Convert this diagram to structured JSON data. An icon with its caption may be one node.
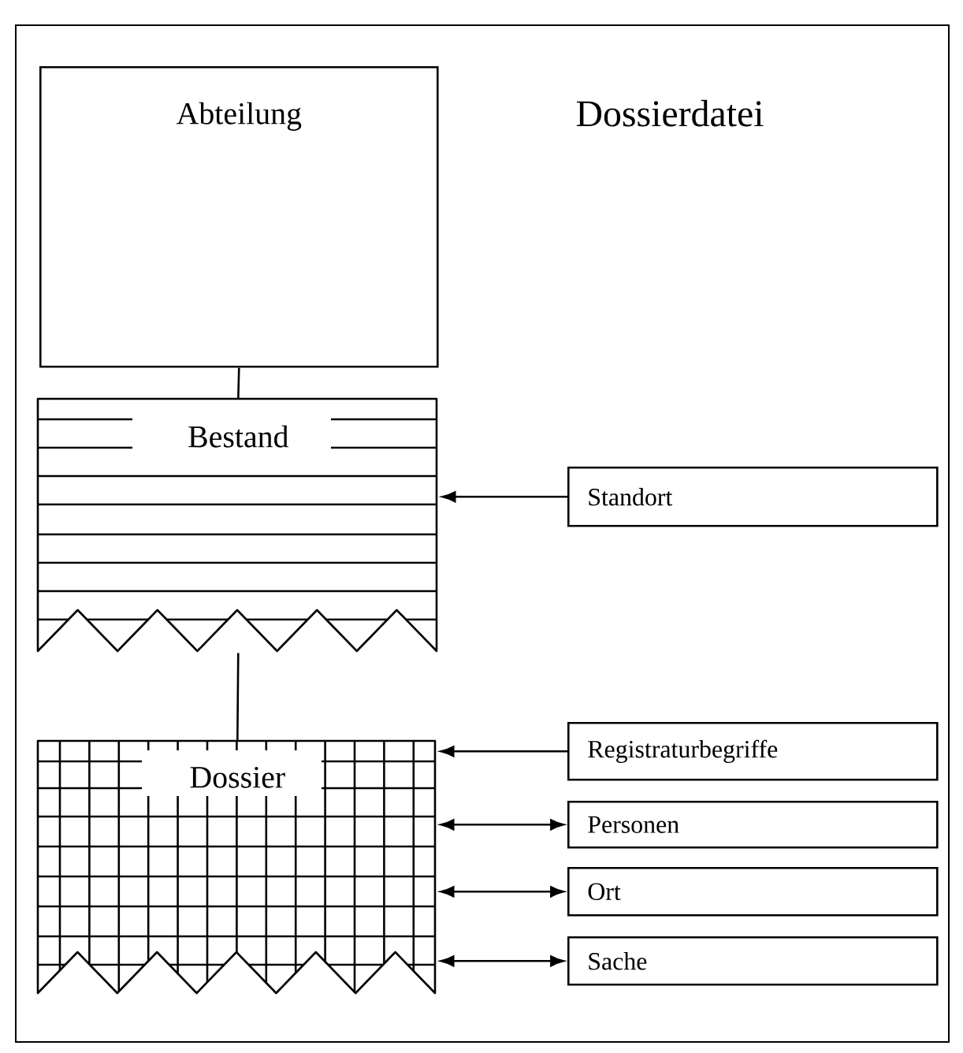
{
  "diagram": {
    "title": "Dossierdatei",
    "nodes": [
      {
        "text": [
          "Abteilung"
        ]
      },
      {
        "text": [
          "Bestand"
        ]
      },
      {
        "text": [
          "Standort"
        ]
      },
      {
        "text": [
          "Dossier"
        ]
      },
      {
        "text": [
          "Registraturbegriffe"
        ]
      },
      {
        "text": [
          "Personen"
        ]
      },
      {
        "text": [
          "Ort"
        ]
      },
      {
        "text": [
          "Sache"
        ]
      }
    ],
    "edges": [
      {
        "from": 0,
        "to": 1,
        "arrow": "none"
      },
      {
        "from": 1,
        "to": 3,
        "arrow": "none"
      },
      {
        "from": 2,
        "to": 1,
        "arrow": "to"
      },
      {
        "from": 4,
        "to": 3,
        "arrow": "to"
      },
      {
        "from": 3,
        "to": 5,
        "arrow": "both"
      },
      {
        "from": 3,
        "to": 6,
        "arrow": "both"
      },
      {
        "from": 3,
        "to": 7,
        "arrow": "both"
      }
    ]
  }
}
